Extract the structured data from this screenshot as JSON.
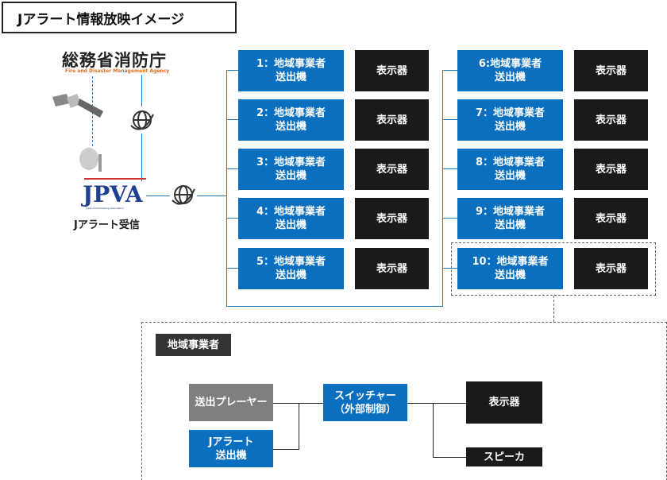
{
  "title": "Jアラート情報放映イメージ",
  "fdma": {
    "name": "総務省消防庁",
    "english": "Fire and Disaster Management Agency"
  },
  "jpva": {
    "logo": "JPVA",
    "sub": "Japan PublicViewing Association",
    "caption": "Jアラート受信"
  },
  "senders": [
    {
      "label": "1：地域事業者\n送出機",
      "display": "表示器"
    },
    {
      "label": "2：地域事業者\n送出機",
      "display": "表示器"
    },
    {
      "label": "3：地域事業者\n送出機",
      "display": "表示器"
    },
    {
      "label": "4：地域事業者\n送出機",
      "display": "表示器"
    },
    {
      "label": "5：地域事業者\n送出機",
      "display": "表示器"
    },
    {
      "label": "6:地域事業者\n送出機",
      "display": "表示器"
    },
    {
      "label": "7：地域事業者\n送出機",
      "display": "表示器"
    },
    {
      "label": "8：地域事業者\n送出機",
      "display": "表示器"
    },
    {
      "label": "9：地域事業者\n送出機",
      "display": "表示器"
    },
    {
      "label": "10：地域事業者\n送出機",
      "display": "表示器"
    }
  ],
  "detail": {
    "heading": "地域事業者",
    "player": "送出プレーヤー",
    "jalert_sender": "Jアラート\n送出機",
    "switcher": "スイッチャー\n（外部制御）",
    "display": "表示器",
    "speaker": "スピーカ"
  },
  "colors": {
    "blue": "#0b6fc0",
    "black": "#1a1a1a",
    "gray": "#7f7f7f",
    "line": "#2a7fc4"
  }
}
